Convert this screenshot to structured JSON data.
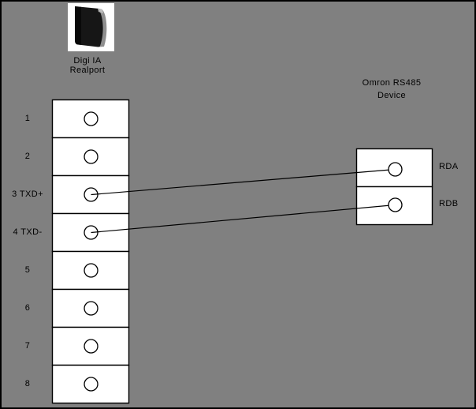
{
  "colors": {
    "background": "#808080",
    "line": "#000000",
    "box_fill": "#ffffff",
    "device_body": "#161616",
    "device_edge": "#8f8f8f"
  },
  "left_device": {
    "image_icon": "digi-device-photo",
    "label_line1": "Digi IA",
    "label_line2": "Realport",
    "pins": [
      {
        "label": "1"
      },
      {
        "label": "2"
      },
      {
        "label": "3 TXD+"
      },
      {
        "label": "4 TXD-"
      },
      {
        "label": "5"
      },
      {
        "label": "6"
      },
      {
        "label": "7"
      },
      {
        "label": "8"
      }
    ]
  },
  "right_device": {
    "label_line1": "Omron RS485",
    "label_line2": "Device",
    "terminals": [
      {
        "label": "RDA"
      },
      {
        "label": "RDB"
      }
    ]
  },
  "connections": [
    {
      "from_pin": "3 TXD+",
      "to_terminal": "RDA"
    },
    {
      "from_pin": "4 TXD-",
      "to_terminal": "RDB"
    }
  ]
}
